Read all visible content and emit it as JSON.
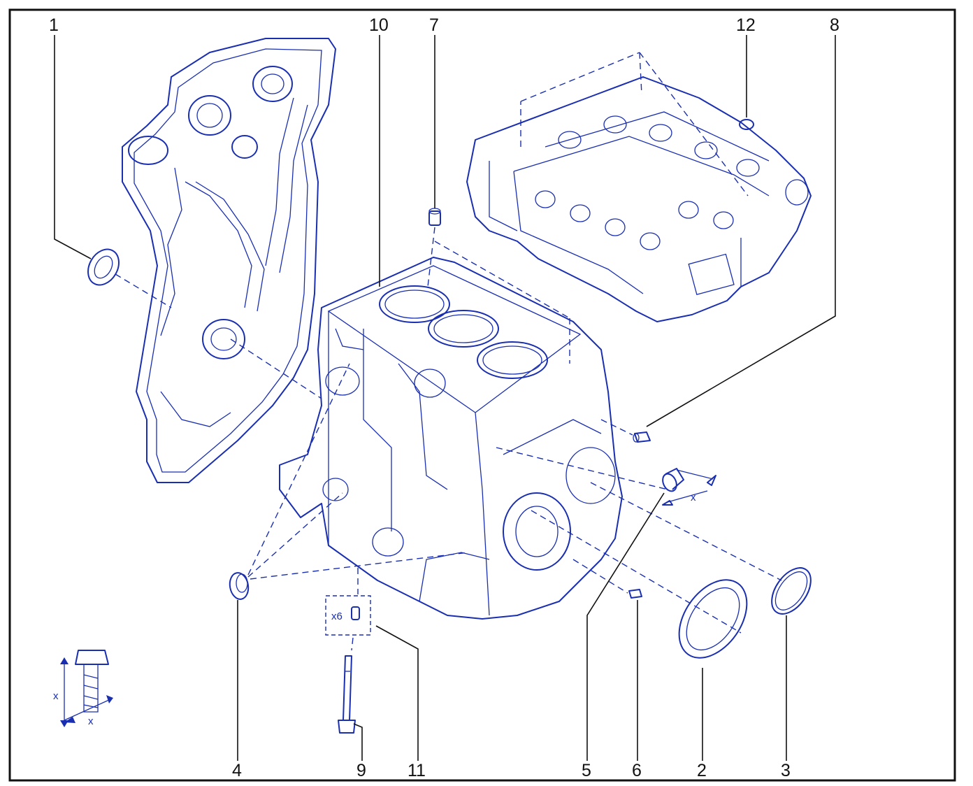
{
  "diagram": {
    "type": "exploded-parts-view",
    "line_color": "#1a2fb0",
    "frame_color": "#111111",
    "callouts": [
      {
        "id": "c1",
        "label": "1"
      },
      {
        "id": "c10",
        "label": "10"
      },
      {
        "id": "c7",
        "label": "7"
      },
      {
        "id": "c12",
        "label": "12"
      },
      {
        "id": "c8",
        "label": "8"
      },
      {
        "id": "c4",
        "label": "4"
      },
      {
        "id": "c9",
        "label": "9"
      },
      {
        "id": "c11",
        "label": "11"
      },
      {
        "id": "c5",
        "label": "5"
      },
      {
        "id": "c6",
        "label": "6"
      },
      {
        "id": "c2",
        "label": "2"
      },
      {
        "id": "c3",
        "label": "3"
      }
    ],
    "annotations": {
      "quantity_badge": "x6",
      "dimension_label": "x",
      "bolt_dim_vertical": "x",
      "bolt_dim_horizontal": "x"
    }
  }
}
